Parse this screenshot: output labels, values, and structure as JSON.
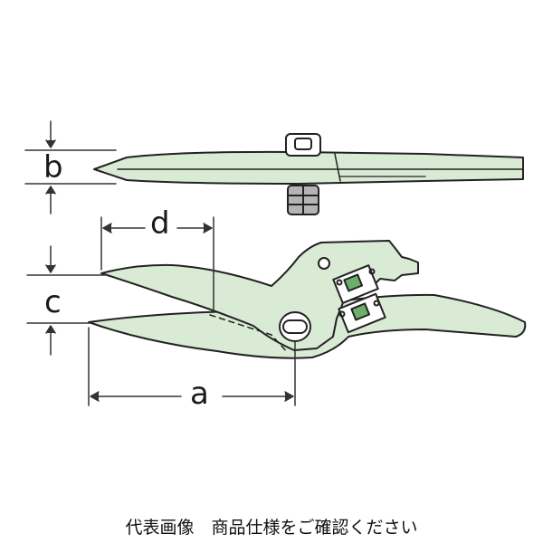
{
  "dimensions": {
    "a": "a",
    "b": "b",
    "c": "c",
    "d": "d"
  },
  "caption": "代表画像　商品仕様をご確認ください",
  "colors": {
    "blade_fill": "#d9ebd4",
    "outline": "#222222",
    "bolt_fill": "#b4b4b4",
    "spring_fill": "#6cae6c",
    "dim_line": "#333333"
  }
}
